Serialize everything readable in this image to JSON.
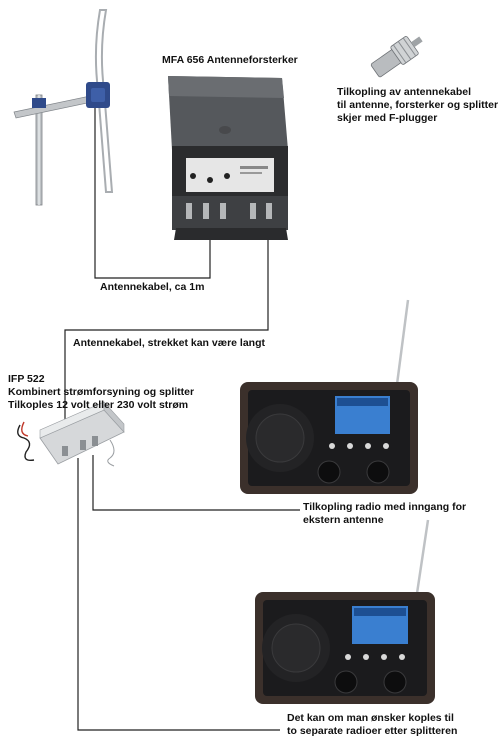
{
  "amplifier": {
    "title": "MFA 656 Antenneforsterker"
  },
  "fplug_note": {
    "lines": [
      "Tilkopling av antennekabel",
      "til antenne, forsterker og splitter",
      "skjer med F-plugger"
    ]
  },
  "cable_short": {
    "label": "Antennekabel, ca 1m"
  },
  "cable_long": {
    "label": "Antennekabel, strekket kan være langt"
  },
  "splitter": {
    "lines": [
      "IFP 522",
      "Kombinert strømforsyning og splitter",
      "Tilkoples 12 volt eller 230 volt strøm"
    ]
  },
  "radio_one": {
    "lines": [
      "Tilkopling radio med inngang for",
      "ekstern antenne"
    ]
  },
  "radio_two": {
    "lines": [
      "Det kan om man ønsker koples til",
      "to separate radioer etter splitteren"
    ]
  },
  "colors": {
    "cable": "#222222",
    "amp_body": "#55585c",
    "radio_wood": "#3b302b",
    "radio_front": "#1b1b1d",
    "screen": "#3a7fd0"
  }
}
